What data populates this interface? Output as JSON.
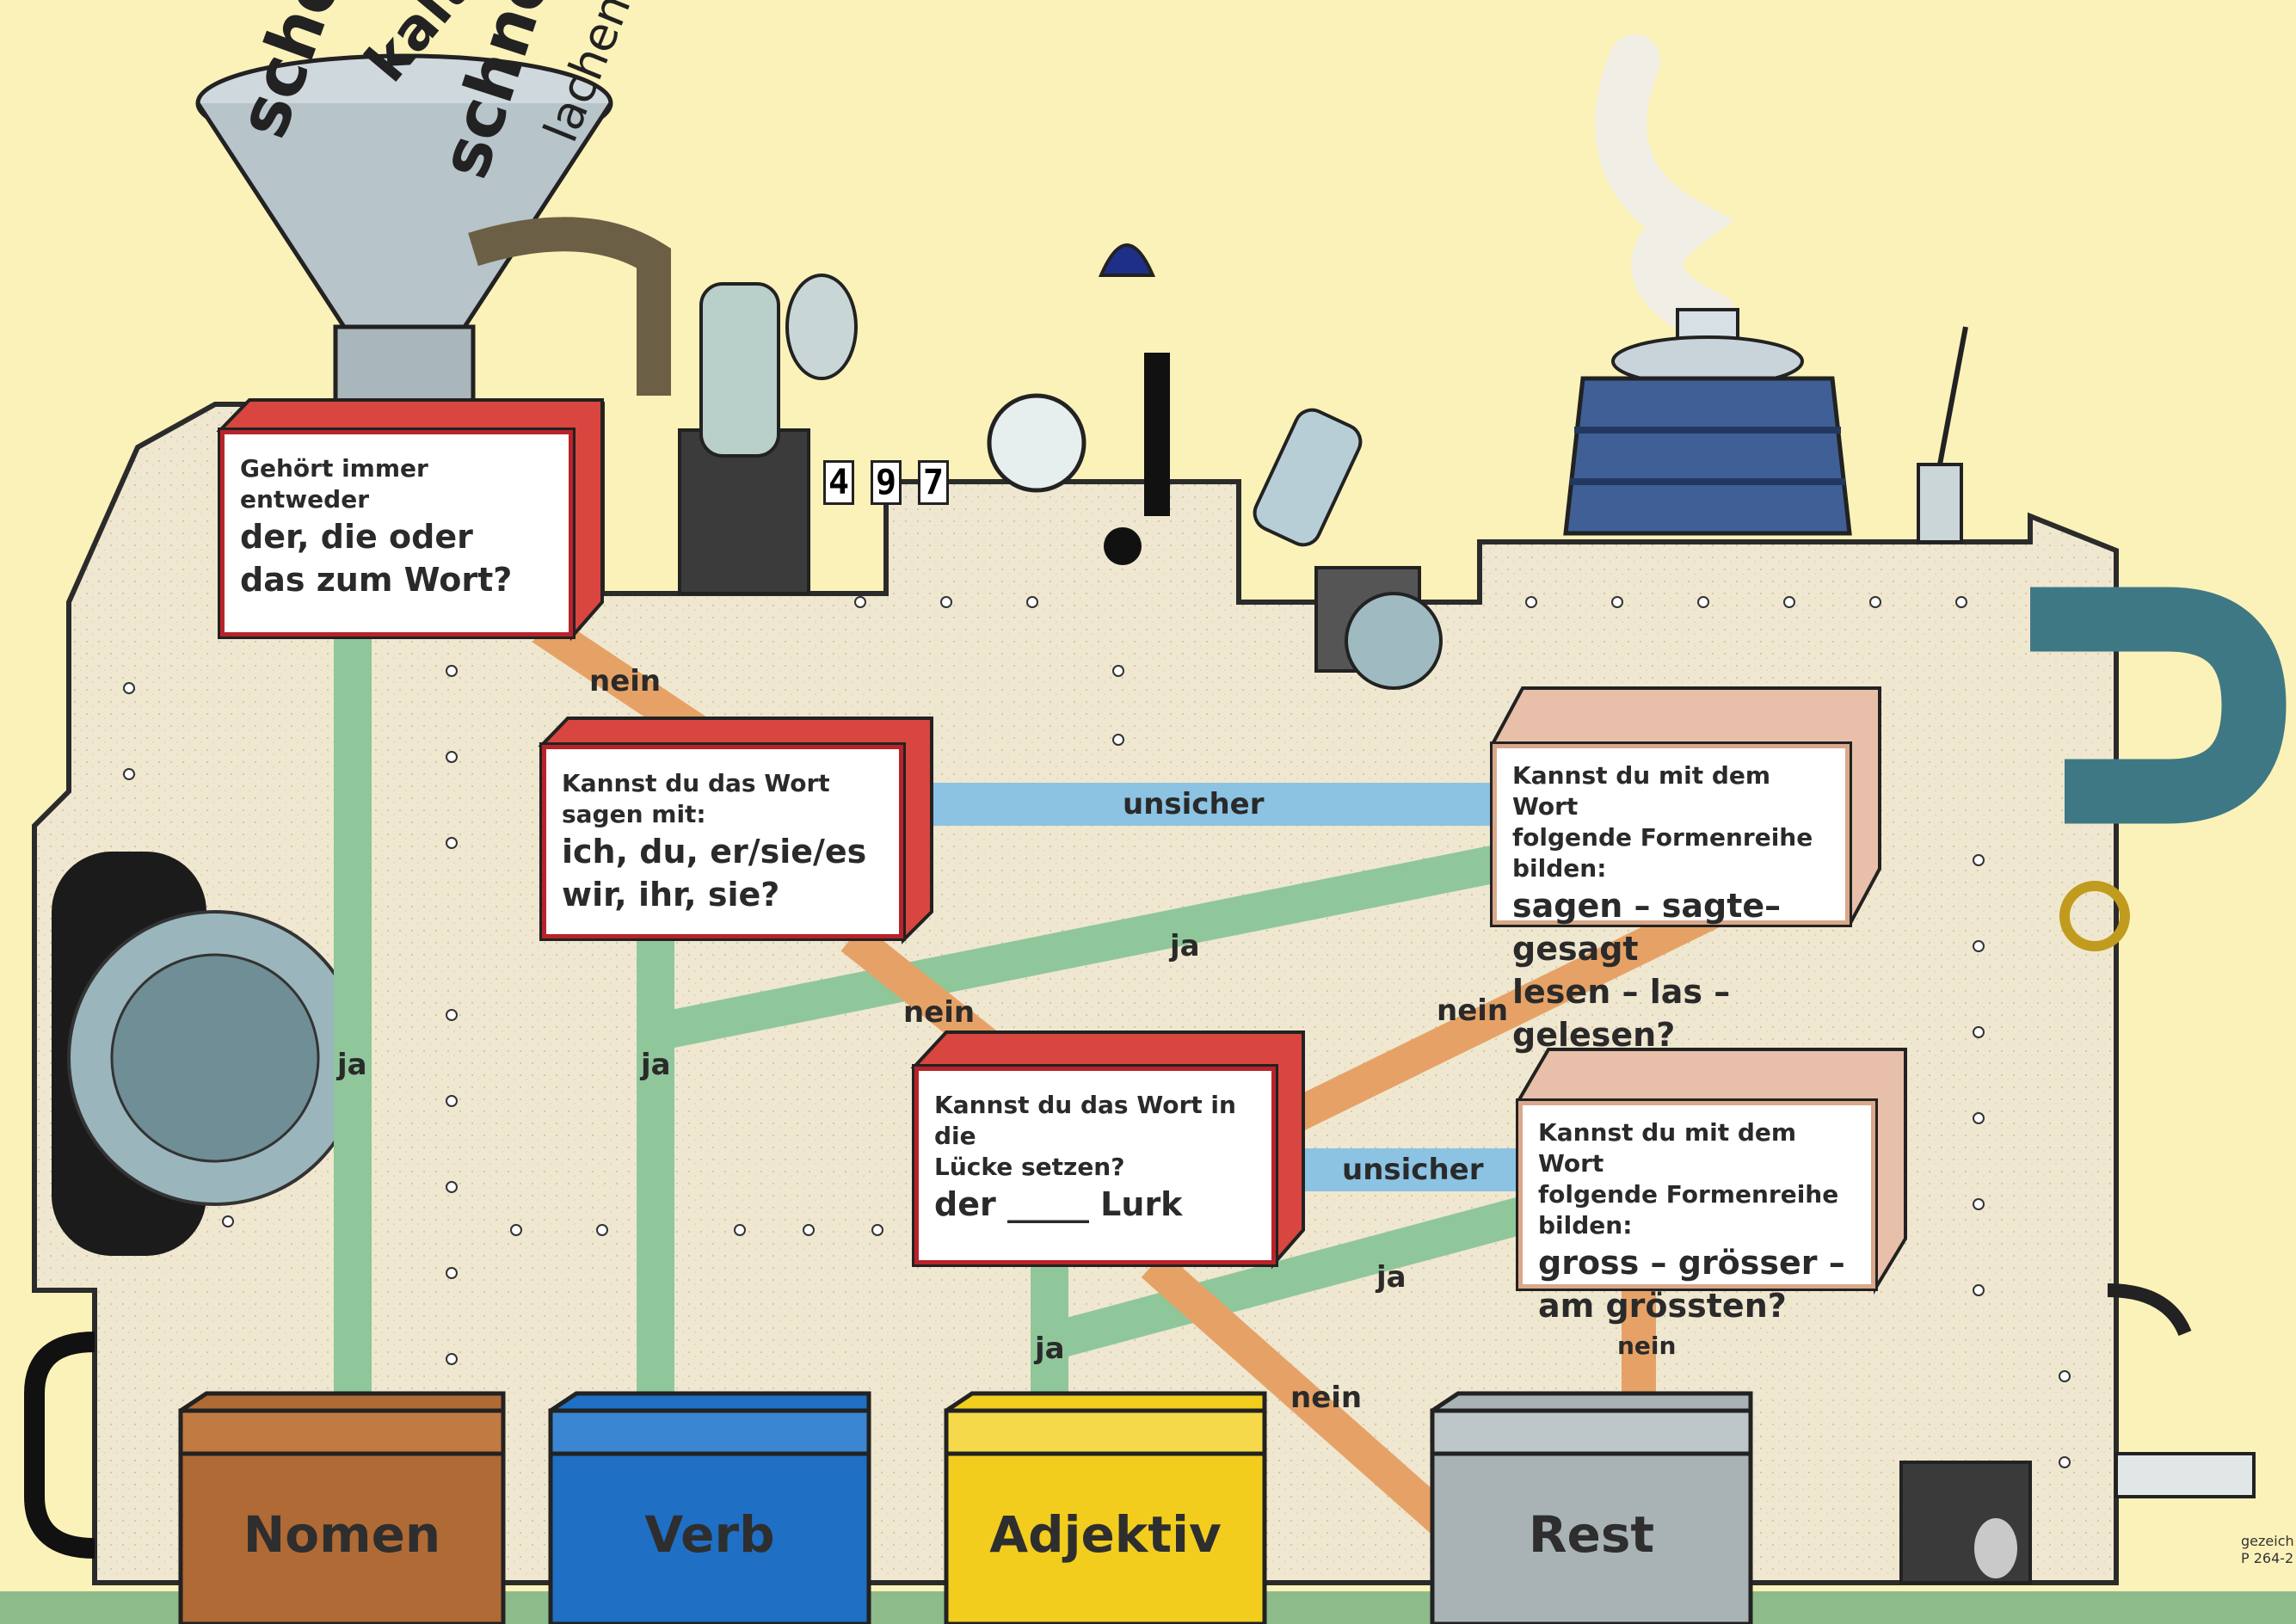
{
  "funnel_words": [
    "schöner",
    "kalt",
    "schnell",
    "lachen"
  ],
  "counter_digits": [
    "4",
    "9",
    "7"
  ],
  "questions": {
    "q1": {
      "small": "Gehört immer entweder",
      "big1": "der, die oder",
      "big2": "das zum Wort?"
    },
    "q2": {
      "small": "Kannst du das Wort sagen mit:",
      "big1": "ich, du, er/sie/es",
      "big2": "wir, ihr, sie?"
    },
    "q3": {
      "small1": "Kannst du mit dem Wort",
      "small2": "folgende Formenreihe bilden:",
      "big1": "sagen – sagte– gesagt",
      "big2": "lesen – las – gelesen?"
    },
    "q4": {
      "small1": "Kannst du das Wort in die",
      "small2": "Lücke setzen?",
      "big1": "der _____ Lurk"
    },
    "q5": {
      "small1": "Kannst du mit dem Wort",
      "small2": "folgende Formenreihe bilden:",
      "big1": "gross – grösser –",
      "big2": "am grössten?"
    }
  },
  "pipe_labels": {
    "ja": "ja",
    "nein": "nein",
    "unsicher": "unsicher"
  },
  "bins": {
    "nomen": "Nomen",
    "verb": "Verb",
    "adjektiv": "Adjektiv",
    "rest": "Rest"
  },
  "credit": {
    "line1": "gezeich",
    "line2": "P 264-2"
  },
  "colors": {
    "background": "#fbf2b9",
    "machine": "#efe7cf",
    "pipe_green": "#8fc79a",
    "pipe_blue": "#8cc3e3",
    "pipe_orange": "#e6a266",
    "bin_brown": "#b06a35",
    "bin_blue": "#1f6fc4",
    "bin_yellow": "#f2cd1e",
    "bin_gray": "#a9b3b6",
    "box_red": "#b8232a"
  }
}
